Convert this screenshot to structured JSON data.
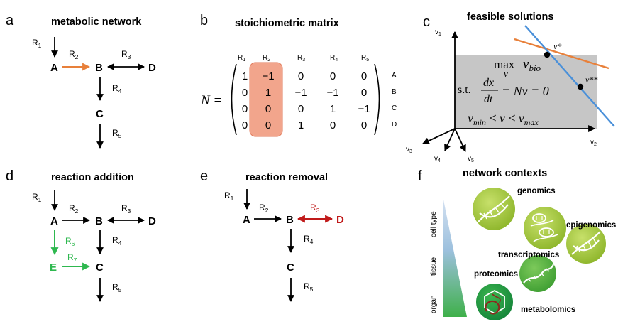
{
  "panels": {
    "a": {
      "letter": "a",
      "title": "metabolic network",
      "nodes": [
        "A",
        "B",
        "C",
        "D"
      ],
      "reactions": [
        "R",
        "R",
        "R",
        "R",
        "R"
      ],
      "reaction_subs": [
        "1",
        "2",
        "3",
        "4",
        "5"
      ]
    },
    "b": {
      "letter": "b",
      "title": "stoichiometric matrix",
      "matrix_symbol": "N =",
      "columns": [
        "R",
        "R",
        "R",
        "R",
        "R"
      ],
      "column_subs": [
        "1",
        "2",
        "3",
        "4",
        "5"
      ],
      "rows": [
        "A",
        "B",
        "C",
        "D"
      ],
      "matrix": [
        [
          "1",
          "−1",
          "0",
          "0",
          "0"
        ],
        [
          "0",
          "1",
          "−1",
          "−1",
          "0"
        ],
        [
          "0",
          "0",
          "0",
          "1",
          "−1"
        ],
        [
          "0",
          "0",
          "1",
          "0",
          "0"
        ]
      ]
    },
    "c": {
      "letter": "c",
      "title": "feasible solutions",
      "axes": [
        "v",
        "v",
        "v",
        "v",
        "v"
      ],
      "axis_subs": [
        "1",
        "2",
        "3",
        "4",
        "5"
      ],
      "objective_max": "max",
      "objective_var": "v",
      "objective_fn": "v",
      "objective_sub": "bio",
      "constraint_st": "s.t.",
      "constraint_num": "dx",
      "constraint_den": "dt",
      "constraint_rhs": "= Nv = 0",
      "bounds": "v",
      "bounds_min_sub": "min",
      "bounds_mid": " ≤ v ≤ v",
      "bounds_max_sub": "max",
      "points": [
        "v*",
        "v**"
      ],
      "colors": {
        "region": "#bfbfbf",
        "orange": "#e8803a",
        "blue": "#4a90d9"
      }
    },
    "d": {
      "letter": "d",
      "title": "reaction addition",
      "nodes": [
        "A",
        "B",
        "C",
        "D",
        "E"
      ],
      "reactions": [
        "R",
        "R",
        "R",
        "R",
        "R",
        "R",
        "R"
      ],
      "reaction_subs": [
        "1",
        "2",
        "3",
        "4",
        "5",
        "6",
        "7"
      ],
      "colors": {
        "added": "#2eb84f"
      }
    },
    "e": {
      "letter": "e",
      "title": "reaction removal",
      "nodes": [
        "A",
        "B",
        "C",
        "D"
      ],
      "reactions": [
        "R",
        "R",
        "R",
        "R",
        "R"
      ],
      "reaction_subs": [
        "1",
        "2",
        "3",
        "4",
        "5"
      ],
      "colors": {
        "removed": "#c01a1a"
      }
    },
    "f": {
      "letter": "f",
      "title": "network contexts",
      "scale_labels": [
        "organ",
        "tissue",
        "cell type"
      ],
      "contexts": [
        "genomics",
        "epigenomics",
        "transcriptomics",
        "proteomics",
        "metabolomics"
      ],
      "colors": {
        "light_green": "#9fc43a",
        "dark_green": "#3aa83a",
        "mid_green": "#58b048",
        "deep_green": "#1f9a3a",
        "gradient_top": "#b8cdea",
        "gradient_bottom": "#3fb04a"
      }
    }
  }
}
